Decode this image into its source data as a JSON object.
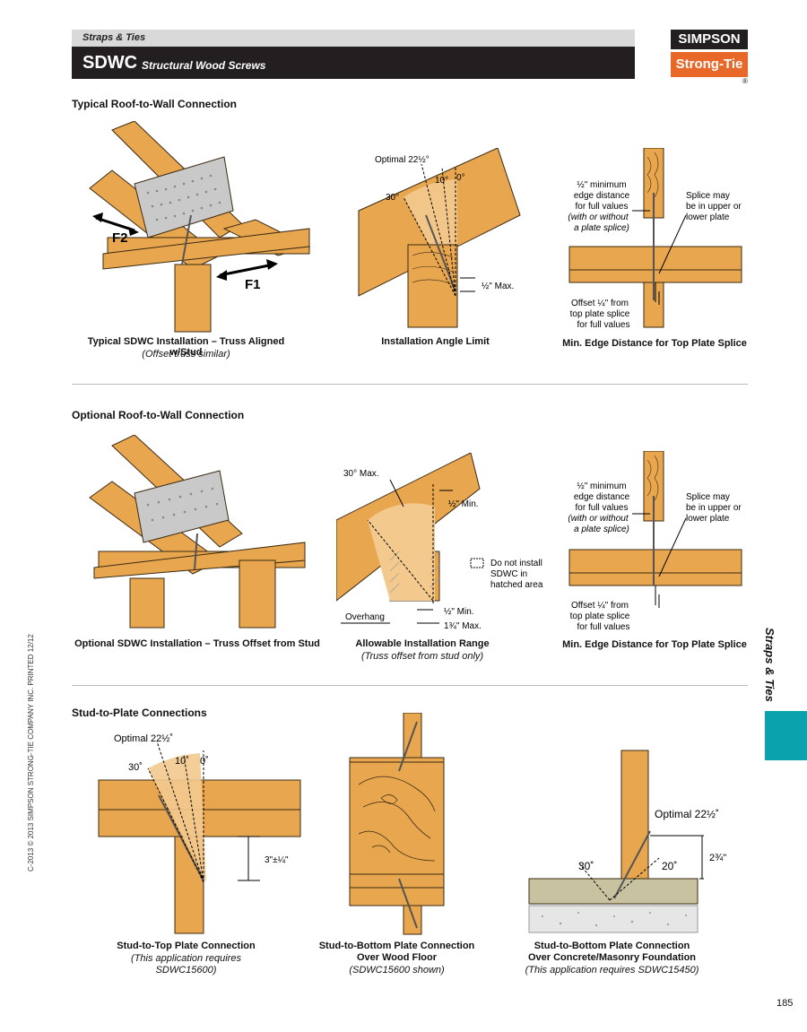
{
  "header": {
    "category": "Straps & Ties",
    "product": "SDWC",
    "product_desc": "Structural Wood Screws"
  },
  "logo": {
    "top": "SIMPSON",
    "bottom": "Strong-Tie",
    "reg": "®"
  },
  "colors": {
    "wood": "#e8a64f",
    "wood_light": "#f3c98e",
    "brand_orange": "#e8682a",
    "tab_teal": "#0aa2ad",
    "concrete": "#c9c2a0"
  },
  "sections": {
    "s1": "Typical Roof-to-Wall Connection",
    "s2": "Optional Roof-to-Wall Connection",
    "s3": "Stud-to-Plate Connections"
  },
  "fig1": {
    "caption": "Typical SDWC Installation – Truss Aligned w/Stud",
    "sub": "(Offset truss similar)",
    "f2": "F2",
    "f1": "F1"
  },
  "fig2": {
    "caption": "Installation Angle Limit",
    "optimal": "Optimal 22½°",
    "a10": "10°",
    "a0": "0°",
    "a30": "30°",
    "max": "½\" Max."
  },
  "fig3": {
    "caption": "Min. Edge Distance for Top Plate Splice",
    "l1": "½\" minimum",
    "l2": "edge distance",
    "l3": "for full values",
    "l4": "(with or without",
    "l5": "a plate splice)",
    "r1": "Splice may",
    "r2": "be in upper or",
    "r3": "lower plate",
    "b1": "Offset ¼\" from",
    "b2": "top plate splice",
    "b3": "for full values"
  },
  "fig4": {
    "caption": "Optional SDWC Installation – Truss Offset from Stud"
  },
  "fig5": {
    "caption": "Allowable Installation Range",
    "sub": "(Truss offset from stud only)",
    "max30": "30° Max.",
    "min1": "½\" Min.",
    "n1": "Do not install",
    "n2": "SDWC in",
    "n3": "hatched area",
    "overhang": "Overhang",
    "min2": "½\" Min.",
    "max2": "1¾\" Max."
  },
  "fig6": {
    "caption": "Min. Edge Distance for Top Plate Splice",
    "l1": "½\" minimum",
    "l2": "edge distance",
    "l3": "for full values",
    "l4": "(with or without",
    "l5": "a plate splice)",
    "r1": "Splice may",
    "r2": "be in upper or",
    "r3": "lower plate",
    "b1": "Offset ¼\" from",
    "b2": "top plate splice",
    "b3": "for full values"
  },
  "fig7": {
    "caption": "Stud-to-Top Plate Connection",
    "sub1": "(This application requires",
    "sub2": "SDWC15600)",
    "optimal": "Optimal 22½˚",
    "a10": "10˚",
    "a0": "0˚",
    "a30": "30˚",
    "dim": "3\"±¼\""
  },
  "fig8": {
    "caption1": "Stud-to-Bottom Plate Connection",
    "caption2": "Over Wood Floor",
    "sub": "(SDWC15600 shown)"
  },
  "fig9": {
    "caption1": "Stud-to-Bottom Plate Connection",
    "caption2": "Over Concrete/Masonry Foundation",
    "sub": "(This application requires SDWC15450)",
    "optimal": "Optimal 22½˚",
    "a30": "30˚",
    "a20": "20˚",
    "dim": "2¾\""
  },
  "side_tab": "Straps & Ties",
  "copyright": "C-2013 © 2013 SIMPSON STRONG-TIE COMPANY INC. PRINTED 12/12",
  "page_number": "185"
}
